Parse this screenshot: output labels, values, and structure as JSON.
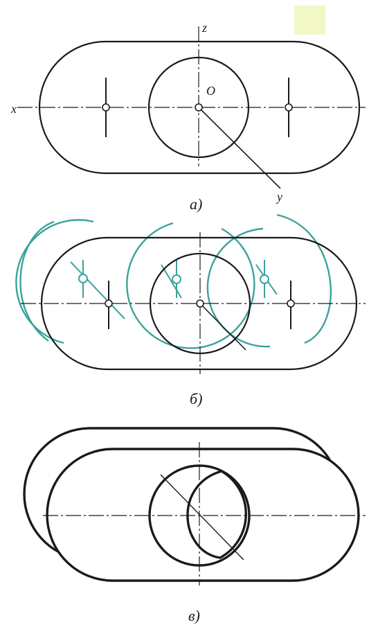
{
  "axis_labels": {
    "z": "z",
    "x": "x",
    "y": "y",
    "origin": "O"
  },
  "captions": {
    "a": "a)",
    "b": "б)",
    "c": "в)"
  },
  "colors": {
    "line": "#1a1a1a",
    "construction": "#3aa39a",
    "highlight": "#f2f7c8"
  }
}
